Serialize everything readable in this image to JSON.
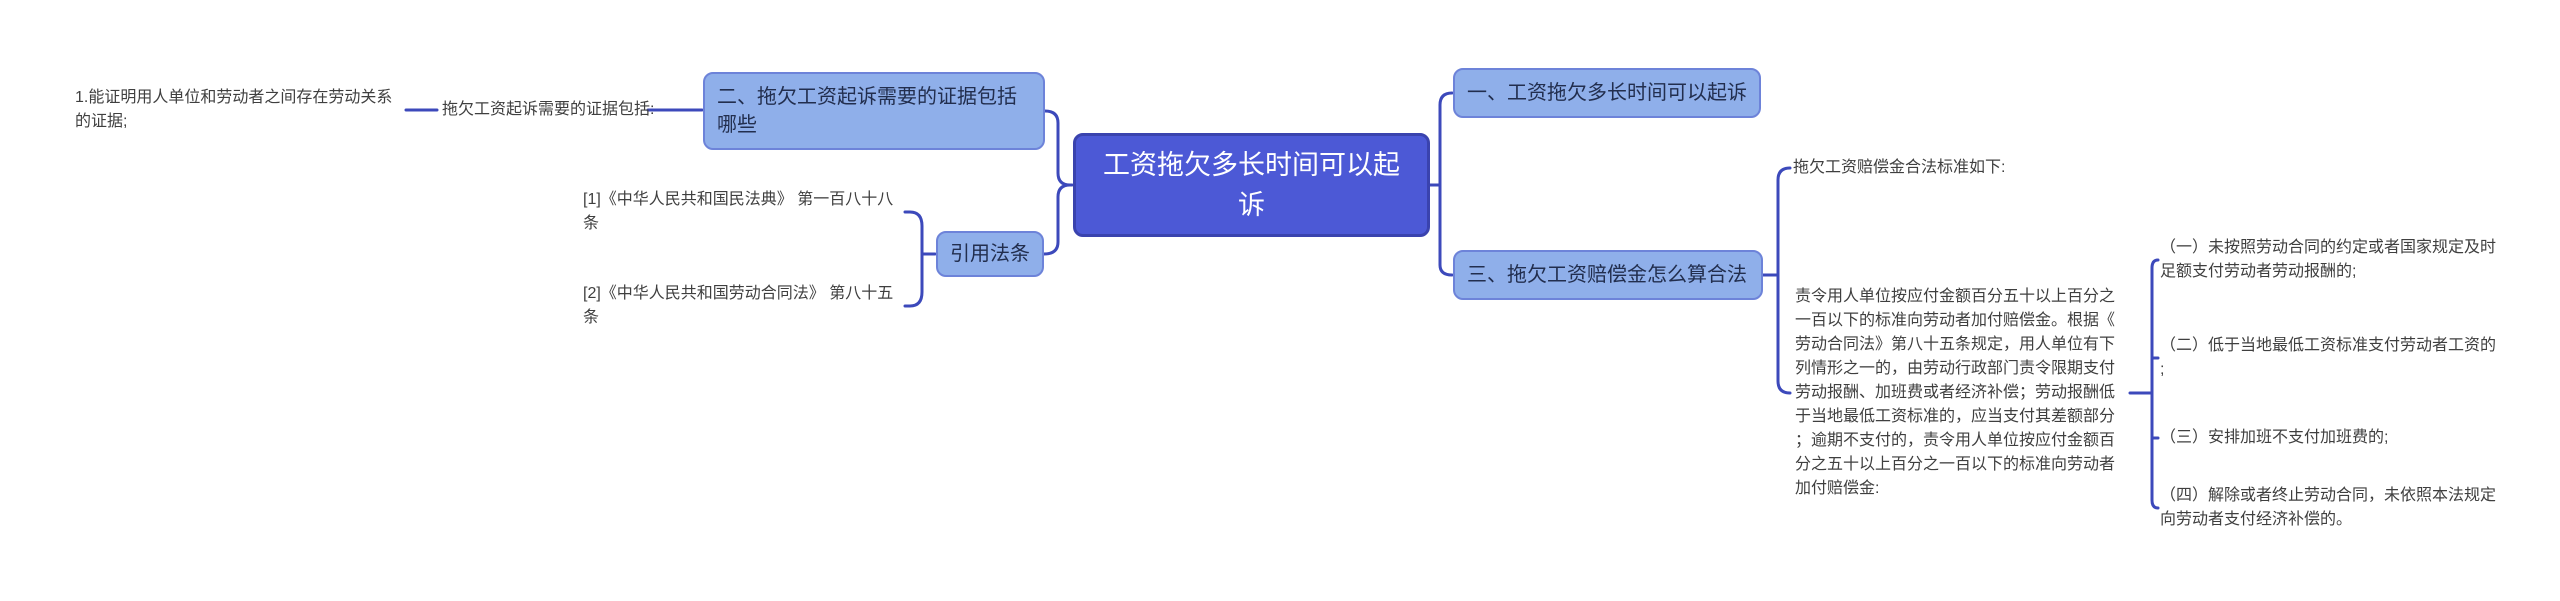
{
  "mindmap": {
    "root": {
      "label": "工资拖欠多长时间可以起诉"
    },
    "evidence": {
      "box_label": "二、拖欠工资起诉需要的证据包括哪些",
      "intro": "拖欠工资起诉需要的证据包括:",
      "detail": "1.能证明用人单位和劳动者之间存在劳动关系的证据;"
    },
    "laws": {
      "box_label": "引用法条",
      "citations": [
        "[1]《中华人民共和国民法典》 第一百八十八条",
        "[2]《中华人民共和国劳动合同法》 第八十五条"
      ]
    },
    "branch_one": {
      "box_label": "一、工资拖欠多长时间可以起诉"
    },
    "branch_three": {
      "box_label": "三、拖欠工资赔偿金怎么算合法",
      "intro": "拖欠工资赔偿金合法标准如下:",
      "paragraph": "责令用人单位按应付金额百分五十以上百分之一百以下的标准向劳动者加付赔偿金。根据《劳动合同法》第八十五条规定，用人单位有下列情形之一的，由劳动行政部门责令限期支付劳动报酬、加班费或者经济补偿；劳动报酬低于当地最低工资标准的，应当支付其差额部分；逾期不支付的，责令用人单位按应付金额百分之五十以上百分之一百以下的标准向劳动者加付赔偿金:",
      "items": [
        "（一）未按照劳动合同的约定或者国家规定及时足额支付劳动者劳动报酬的;",
        "（二）低于当地最低工资标准支付劳动者工资的;",
        "（三）安排加班不支付加班费的;",
        "（四）解除或者终止劳动合同，未依照本法规定向劳动者支付经济补偿的。"
      ]
    },
    "colors": {
      "root_fill": "#4c59d6",
      "root_border": "#3a43ae",
      "root_text": "#ffffff",
      "branch_fill": "#8fafea",
      "branch_border": "#6d83d9",
      "branch_text": "#222e4e",
      "connector": "#3c49bb",
      "plain_text": "#3f3f3f",
      "background": "#ffffff"
    }
  }
}
